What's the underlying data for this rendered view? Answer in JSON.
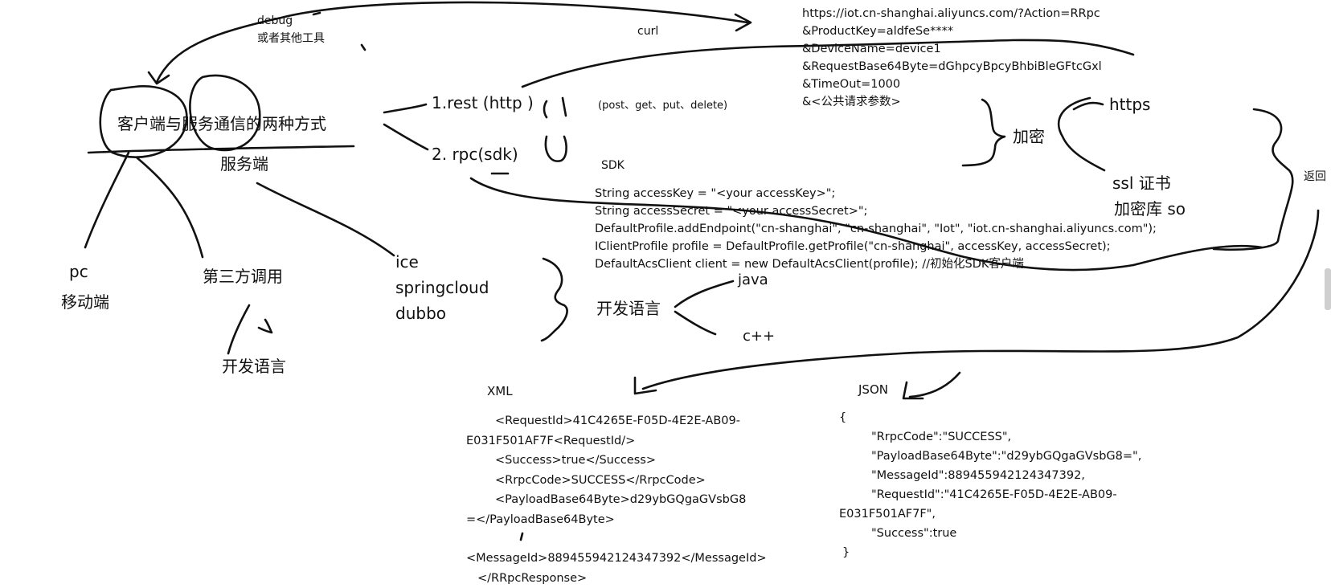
{
  "labels": {
    "debug": "debug",
    "other_tools": "或者其他工具",
    "curl": "curl",
    "two_ways": "客户端与服务通信的两种方式",
    "server": "服务端",
    "rest": "1.rest (http )",
    "rpc": "2. rpc(sdk)",
    "http_methods": "(post、get、put、delete)",
    "sdk": "SDK",
    "encrypt": "加密",
    "https": "https",
    "ssl_cert": "ssl 证书",
    "crypto_lib": "加密库 so",
    "return": "返回",
    "pc": "pc",
    "mobile": "移动端",
    "third_party": "第三方调用",
    "dev_lang_left": "开发语言",
    "frameworks": [
      "ice",
      "springcloud",
      "dubbo"
    ],
    "dev_lang_mid": "开发语言",
    "java": "java",
    "cpp": "c++",
    "xml": "XML",
    "json": "JSON"
  },
  "url_lines": [
    "https://iot.cn-shanghai.aliyuncs.com/?Action=RRpc",
    "&ProductKey=aldfeSe****",
    "&DeviceName=device1",
    "&RequestBase64Byte=dGhpcyBpcyBhbiBleGFtcGxl",
    "&TimeOut=1000",
    "&<公共请求参数>"
  ],
  "sdk_code": [
    "String accessKey = \"<your accessKey>\";",
    "String accessSecret = \"<your accessSecret>\";",
    "DefaultProfile.addEndpoint(\"cn-shanghai\", \"cn-shanghai\", \"Iot\", \"iot.cn-shanghai.aliyuncs.com\");",
    "IClientProfile profile = DefaultProfile.getProfile(\"cn-shanghai\", accessKey, accessSecret);",
    "DefaultAcsClient client = new DefaultAcsClient(profile); //初始化SDK客户端"
  ],
  "xml_lines": [
    "<RequestId>41C4265E-F05D-4E2E-AB09-",
    "E031F501AF7F<RequestId/>",
    "<Success>true</Success>",
    "<RrpcCode>SUCCESS</RrpcCode>",
    "<PayloadBase64Byte>d29ybGQgaGVsbG8",
    "=</PayloadBase64Byte>",
    "<MessageId>889455942124347392</MessageId>",
    "</RRpcResponse>"
  ],
  "json_lines": [
    "{",
    "\"RrpcCode\":\"SUCCESS\",",
    "\"PayloadBase64Byte\":\"d29ybGQgaGVsbG8=\",",
    "\"MessageId\":889455942124347392,",
    "\"RequestId\":\"41C4265E-F05D-4E2E-AB09-",
    "E031F501AF7F\",",
    "\"Success\":true",
    "}"
  ],
  "colors": {
    "ink": "#111111",
    "background": "#ffffff",
    "scrollbar": "#cfcfcf"
  }
}
